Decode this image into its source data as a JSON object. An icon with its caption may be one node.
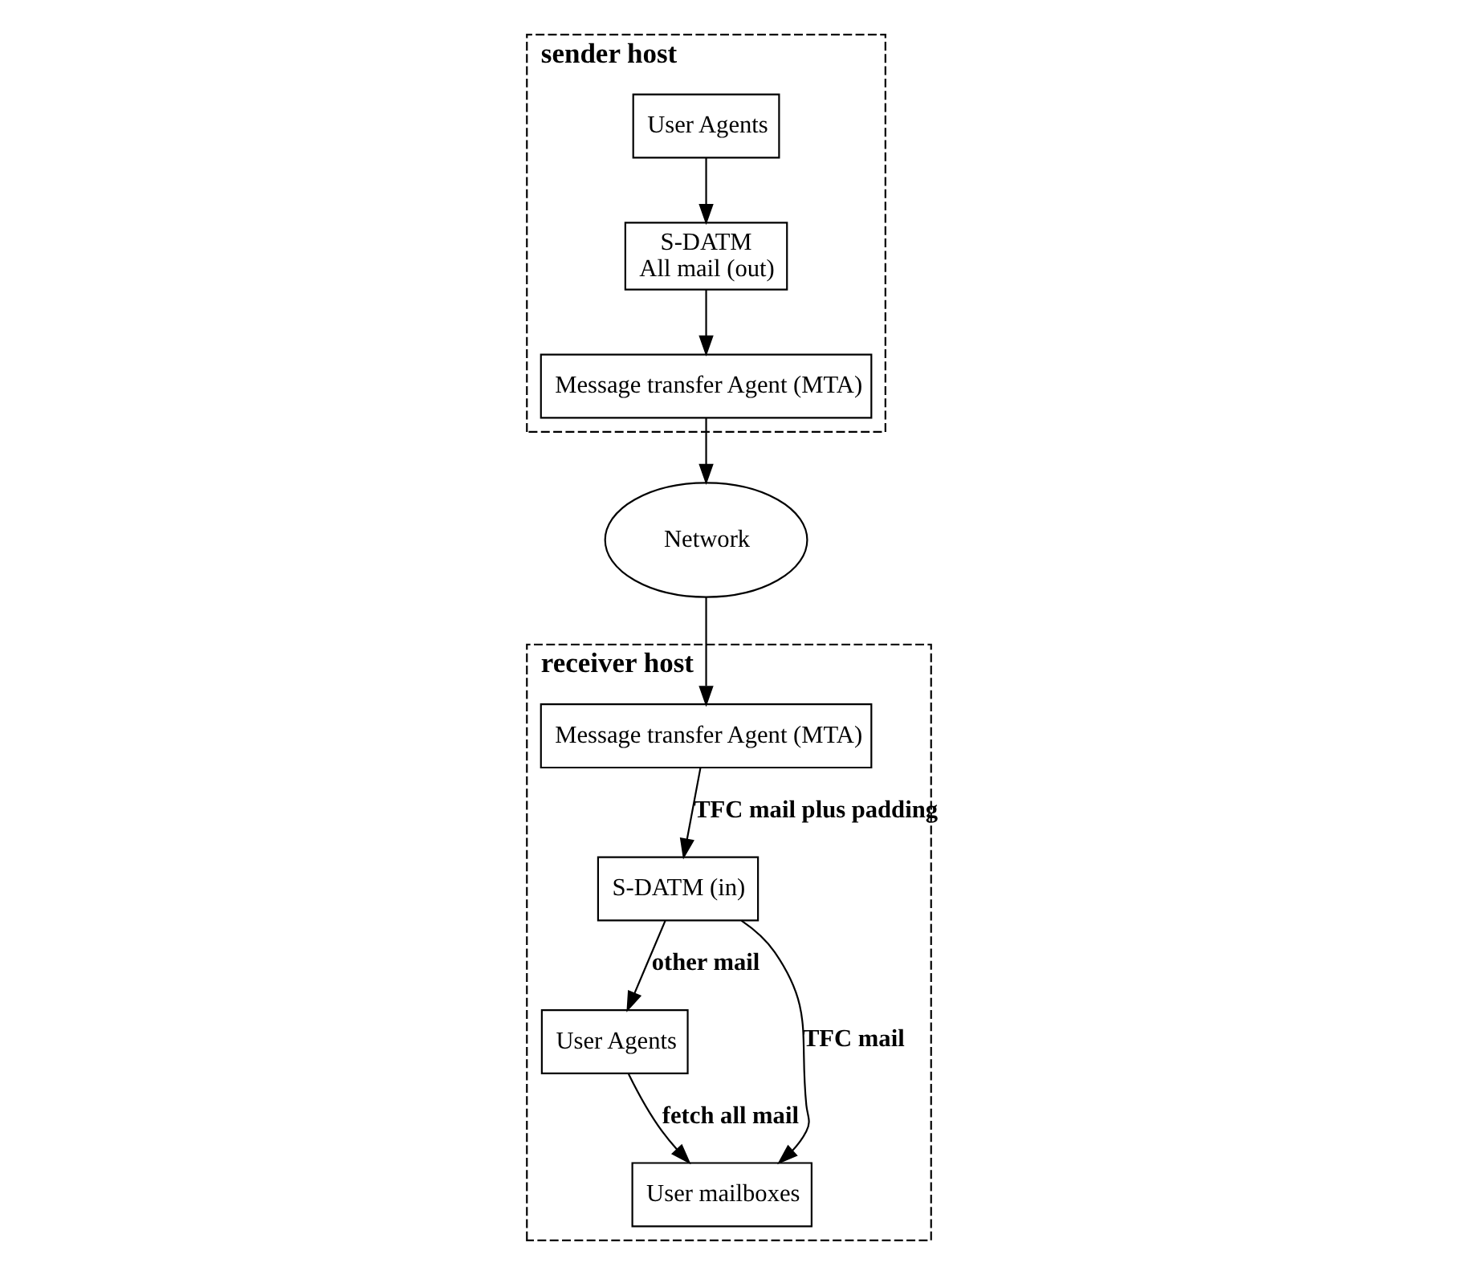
{
  "diagram": {
    "nodes": [
      {
        "text": [
          "sender host"
        ]
      },
      {
        "text": [
          "User Agents"
        ],
        "in": 0
      },
      {
        "text": [
          "S-DATM",
          "All mail (out)"
        ],
        "in": 0
      },
      {
        "text": [
          "Message transfer Agent (MTA)"
        ],
        "in": 0
      },
      {
        "text": [
          "receiver host"
        ]
      },
      {
        "text": [
          "User Agents"
        ],
        "in": 4
      },
      {
        "text": [
          "User mailboxes"
        ],
        "in": 4
      },
      {
        "text": [
          "S-DATM (in)"
        ],
        "in": 4
      },
      {
        "text": [
          "Message transfer Agent (MTA)"
        ],
        "in": 4
      },
      {
        "text": [
          "Network"
        ]
      }
    ],
    "edges": [
      {
        "from": 1,
        "to": 2,
        "arrow": "to"
      },
      {
        "from": 2,
        "to": 3,
        "arrow": "to"
      },
      {
        "from": 3,
        "to": 9,
        "arrow": "to"
      },
      {
        "from": 9,
        "to": 8,
        "arrow": "to"
      },
      {
        "from": 8,
        "to": 7,
        "arrow": "to",
        "label": "TFC mail plus padding"
      },
      {
        "from": 7,
        "to": 6,
        "arrow": "to",
        "label": "TFC mail"
      },
      {
        "from": 7,
        "to": 5,
        "arrow": "to",
        "label": "other mail"
      },
      {
        "from": 5,
        "to": 6,
        "arrow": "to",
        "label": "fetch all mail"
      }
    ]
  }
}
